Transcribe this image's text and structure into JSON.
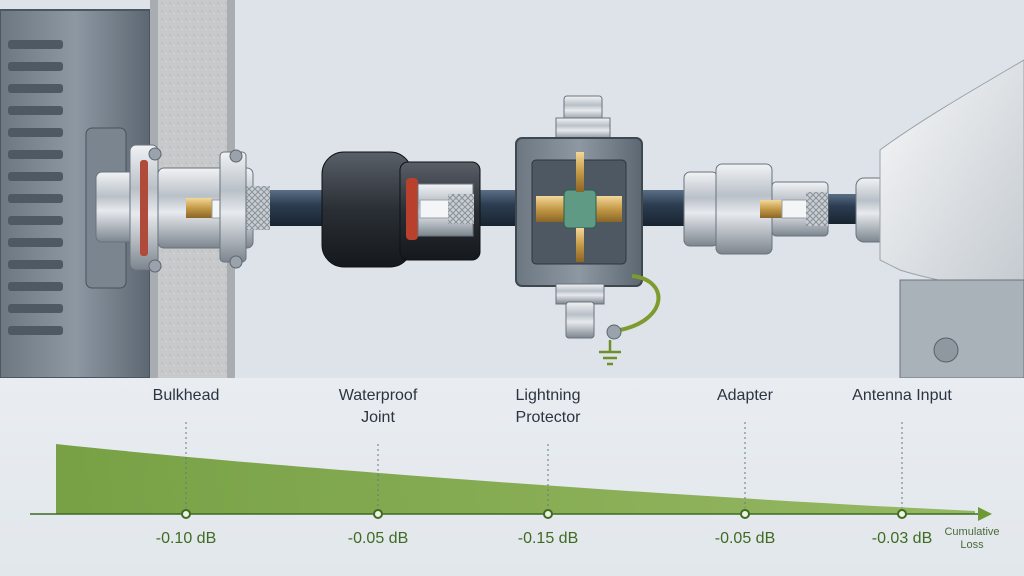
{
  "components": [
    {
      "label": "Bulkhead",
      "loss": "-0.10 dB",
      "loss_db": -0.1
    },
    {
      "label": "Waterproof\nJoint",
      "loss": "-0.05 dB",
      "loss_db": -0.05
    },
    {
      "label": "Lightning\nProtector",
      "loss": "-0.15 dB",
      "loss_db": -0.15
    },
    {
      "label": "Adapter",
      "loss": "-0.05 dB",
      "loss_db": -0.05
    },
    {
      "label": "Antenna Input",
      "loss": "-0.03 dB",
      "loss_db": -0.03
    }
  ],
  "axis_label": "Cumulative\nLoss",
  "colors": {
    "fill": "#6e9a36",
    "fill_light": "#8fb457",
    "marker": "#3f6b22",
    "text": "#2b3440"
  }
}
